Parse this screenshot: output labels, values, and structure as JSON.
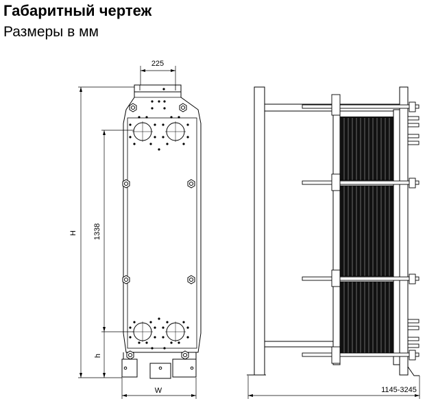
{
  "header": {
    "title": "Габаритный чертеж",
    "subtitle": "Размеры в мм"
  },
  "dimensions": {
    "top_width": "225",
    "height_total": "H",
    "port_distance": "1338",
    "port_offset": "h",
    "width": "W",
    "length_range": "1145-3245"
  }
}
